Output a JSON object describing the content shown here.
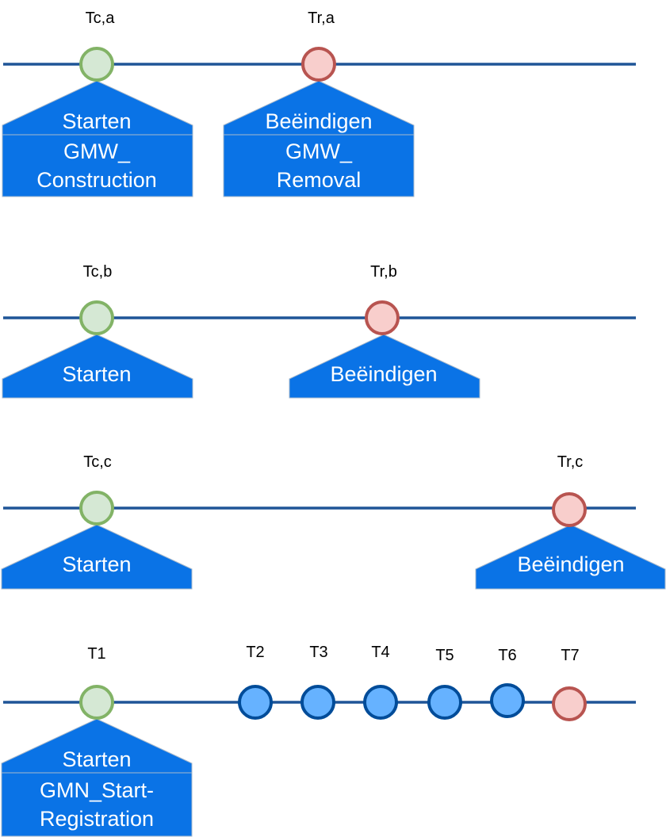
{
  "colors": {
    "line": "#1f5597",
    "panel": "#0a73e6",
    "panel_edge": "#a6b8cc",
    "start_fill": "#d5e8d4",
    "start_stroke": "#82b366",
    "end_fill": "#f8cecc",
    "end_stroke": "#b85450",
    "mid_fill": "#66b2ff",
    "mid_stroke": "#004c99"
  },
  "diagram": {
    "row_a": {
      "start_label": "Tc,a",
      "end_label": "Tr,a",
      "start_text": "Starten",
      "start_box": [
        "GMW_",
        "Construction"
      ],
      "end_text": "Beëindigen",
      "end_box": [
        "GMW_",
        "Removal"
      ]
    },
    "row_b": {
      "start_label": "Tc,b",
      "end_label": "Tr,b",
      "start_text": "Starten",
      "end_text": "Beëindigen"
    },
    "row_c": {
      "start_label": "Tc,c",
      "end_label": "Tr,c",
      "start_text": "Starten",
      "end_text": "Beëindigen"
    },
    "row_d": {
      "labels": [
        "T1",
        "T2",
        "T3",
        "T4",
        "T5",
        "T6",
        "T7"
      ],
      "start_text": "Starten",
      "start_box": [
        "GMN_Start-",
        "Registration"
      ]
    }
  }
}
